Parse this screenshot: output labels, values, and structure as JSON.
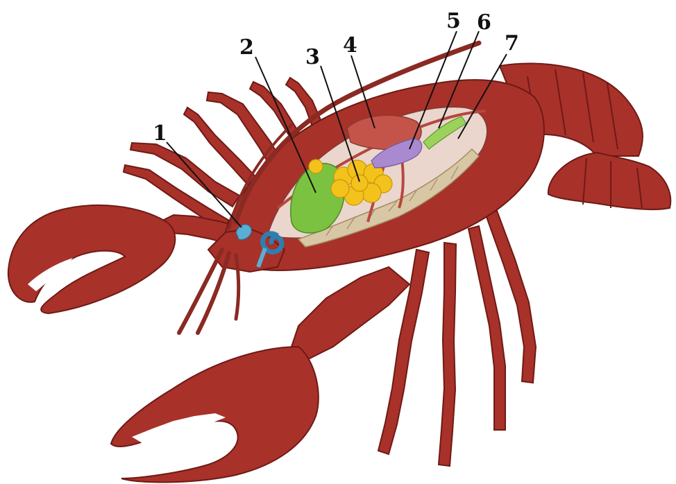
{
  "diagram": {
    "subject": "lobster-internal-anatomy",
    "labels": [
      {
        "id": "label-1",
        "text": "1"
      },
      {
        "id": "label-2",
        "text": "2"
      },
      {
        "id": "label-3",
        "text": "3"
      },
      {
        "id": "label-4",
        "text": "4"
      },
      {
        "id": "label-5",
        "text": "5"
      },
      {
        "id": "label-6",
        "text": "6"
      },
      {
        "id": "label-7",
        "text": "7"
      }
    ],
    "colors": {
      "shell": "#a8312a",
      "shell_dark": "#6e1a15",
      "shell_light": "#c4544a",
      "cavity": "#ead6cc",
      "green_gland": "#7cc241",
      "yellow_organ": "#f4c21c",
      "blue_organ": "#5aaed4",
      "purple_organ": "#a98ad0",
      "nerve_tan": "#d8c7a4",
      "artery": "#b5483f",
      "claw_teeth": "#ffffff"
    }
  }
}
